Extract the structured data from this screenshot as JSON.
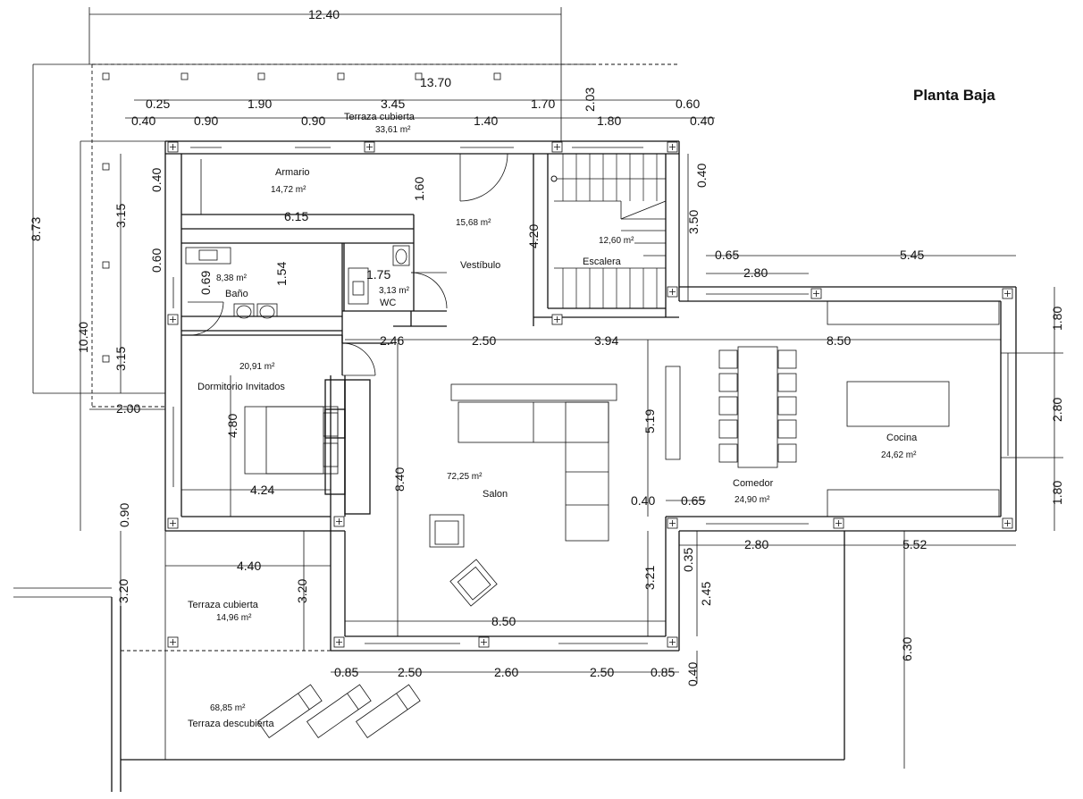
{
  "title": "Planta Baja",
  "rooms": [
    {
      "id": "armario",
      "name": "Armario",
      "area": "14,72 m²"
    },
    {
      "id": "vestibulo",
      "name": "Vestíbulo",
      "area": "15,68 m²"
    },
    {
      "id": "escalera",
      "name": "Escalera",
      "area": "12,60 m²"
    },
    {
      "id": "bano",
      "name": "Baño",
      "area": "8,38 m²"
    },
    {
      "id": "wc",
      "name": "WC",
      "area": "3,13 m²"
    },
    {
      "id": "dormitorio",
      "name": "Dormitorio Invitados",
      "area": "20,91 m²"
    },
    {
      "id": "salon",
      "name": "Salon",
      "area": "72,25 m²"
    },
    {
      "id": "comedor",
      "name": "Comedor",
      "area": "24,90 m²"
    },
    {
      "id": "cocina",
      "name": "Cocina",
      "area": "24,62 m²"
    },
    {
      "id": "terraza_cubierta_n",
      "name": "Terraza cubierta",
      "area": "33,61 m²"
    },
    {
      "id": "terraza_cubierta_s",
      "name": "Terraza cubierta",
      "area": "14,96 m²"
    },
    {
      "id": "terraza_descubierta",
      "name": "Terraza descubierta",
      "area": "68,85 m²"
    }
  ],
  "dimensions": [
    "12.40",
    "13.70",
    "0.25",
    "0.40",
    "0.90",
    "1.90",
    "0.90",
    "3.45",
    "1.40",
    "1.70",
    "2.03",
    "1.80",
    "0.60",
    "0.40",
    "8.73",
    "0.40",
    "3.15",
    "0.60",
    "3.15",
    "10.40",
    "1.60",
    "6.15",
    "0.69",
    "1.54",
    "1.75",
    "4.20",
    "3.50",
    "0.40",
    "0.65",
    "5.45",
    "2.80",
    "1.80",
    "2.46",
    "2.50",
    "3.94",
    "8.50",
    "2.00",
    "4.80",
    "4.24",
    "8.40",
    "5.19",
    "2.80",
    "1.80",
    "0.40",
    "0.65",
    "0.90",
    "4.40",
    "3.20",
    "3.20",
    "3.21",
    "2.80",
    "5.52",
    "0.35",
    "2.45",
    "8.50",
    "6.30",
    "0.85",
    "2.50",
    "2.60",
    "2.50",
    "0.85",
    "0.40"
  ]
}
